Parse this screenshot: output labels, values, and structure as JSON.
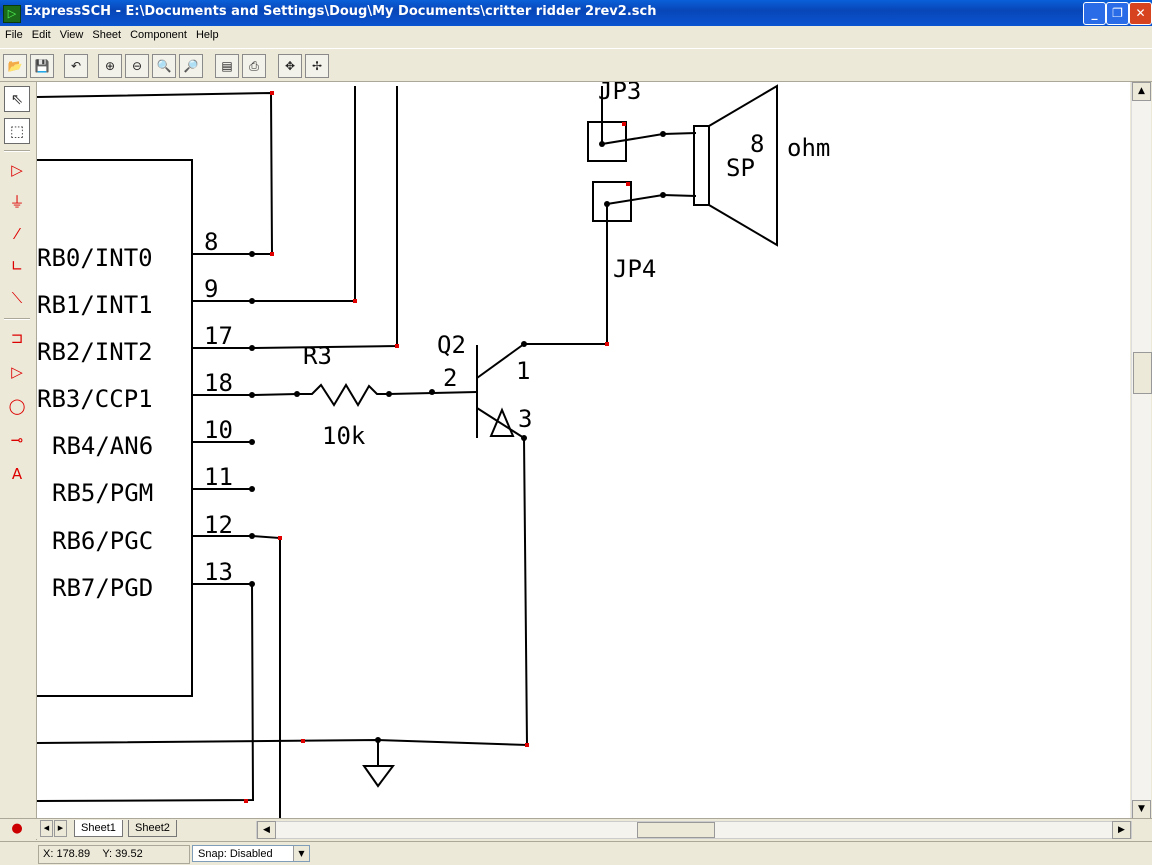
{
  "window": {
    "title": "ExpressSCH - E:\\Documents and Settings\\Doug\\My Documents\\critter ridder 2rev2.sch",
    "minimize": "_",
    "maximize": "❐",
    "close": "✕",
    "app_icon": "▷"
  },
  "menu": [
    "File",
    "Edit",
    "View",
    "Sheet",
    "Component",
    "Help"
  ],
  "toolbar": {
    "buttons": [
      {
        "name": "open-file-icon",
        "glyph": "📂"
      },
      {
        "name": "save-icon",
        "glyph": "💾"
      },
      {
        "name": "undo-icon",
        "glyph": "↶"
      },
      {
        "name": "zoom-in-icon",
        "glyph": "⊕"
      },
      {
        "name": "zoom-out-icon",
        "glyph": "⊖"
      },
      {
        "name": "zoom-area-icon",
        "glyph": "🔍"
      },
      {
        "name": "zoom-page-icon",
        "glyph": "🔎"
      },
      {
        "name": "properties-icon",
        "glyph": "▤"
      },
      {
        "name": "print-icon",
        "glyph": "⎙"
      },
      {
        "name": "pan-icon",
        "glyph": "✥"
      },
      {
        "name": "pan-auto-icon",
        "glyph": "✢"
      }
    ]
  },
  "palette": {
    "tools": [
      {
        "name": "select-pointer-icon",
        "glyph": "⇖",
        "selected": true
      },
      {
        "name": "zoom-select-icon",
        "glyph": "⬚",
        "selected": true
      },
      {
        "name": "place-component-icon",
        "glyph": "▷",
        "selected": false
      },
      {
        "name": "ground-icon",
        "glyph": "⏚",
        "selected": false
      },
      {
        "name": "wire-icon",
        "glyph": "⁄",
        "selected": false
      },
      {
        "name": "corner-wire-icon",
        "glyph": "∟",
        "selected": false
      },
      {
        "name": "bus-icon",
        "glyph": "⟍",
        "selected": false
      },
      {
        "name": "pin-icon",
        "glyph": "⊐",
        "selected": false
      },
      {
        "name": "port-icon",
        "glyph": "▷",
        "selected": false
      },
      {
        "name": "circle-icon",
        "glyph": "◯",
        "selected": false
      },
      {
        "name": "junction-icon",
        "glyph": "⊸",
        "selected": false
      },
      {
        "name": "text-icon",
        "glyph": "A",
        "selected": false
      }
    ],
    "bottom_tool": "●"
  },
  "schematic": {
    "ic_pins": [
      {
        "label": "RB0/INT0",
        "number": "8"
      },
      {
        "label": "RB1/INT1",
        "number": "9"
      },
      {
        "label": "RB2/INT2",
        "number": "17"
      },
      {
        "label": "RB3/CCP1",
        "number": "18"
      },
      {
        "label": "RB4/AN6",
        "number": "10"
      },
      {
        "label": "RB5/PGM",
        "number": "11"
      },
      {
        "label": "RB6/PGC",
        "number": "12"
      },
      {
        "label": "RB7/PGD",
        "number": "13"
      }
    ],
    "resistor": {
      "ref": "R3",
      "value": "10k"
    },
    "transistor": {
      "ref": "Q2",
      "pin_base": "2",
      "pin_collector": "1",
      "pin_emitter": "3"
    },
    "jumpers": [
      "JP3",
      "JP4"
    ],
    "speaker": {
      "ref": "SP",
      "value_num": "8",
      "value_unit": "ohm"
    }
  },
  "tabs": {
    "sheets": [
      "Sheet1",
      "Sheet2"
    ],
    "nav_prev": "◀",
    "nav_next": "▶"
  },
  "scrollbars": {
    "up": "▲",
    "down": "▼",
    "left": "◀",
    "right": "▶"
  },
  "status": {
    "x": "X: 178.89",
    "y": "Y: 39.52",
    "snap_label": "Snap:",
    "snap_value": "Disabled",
    "dropdown": "▼"
  }
}
